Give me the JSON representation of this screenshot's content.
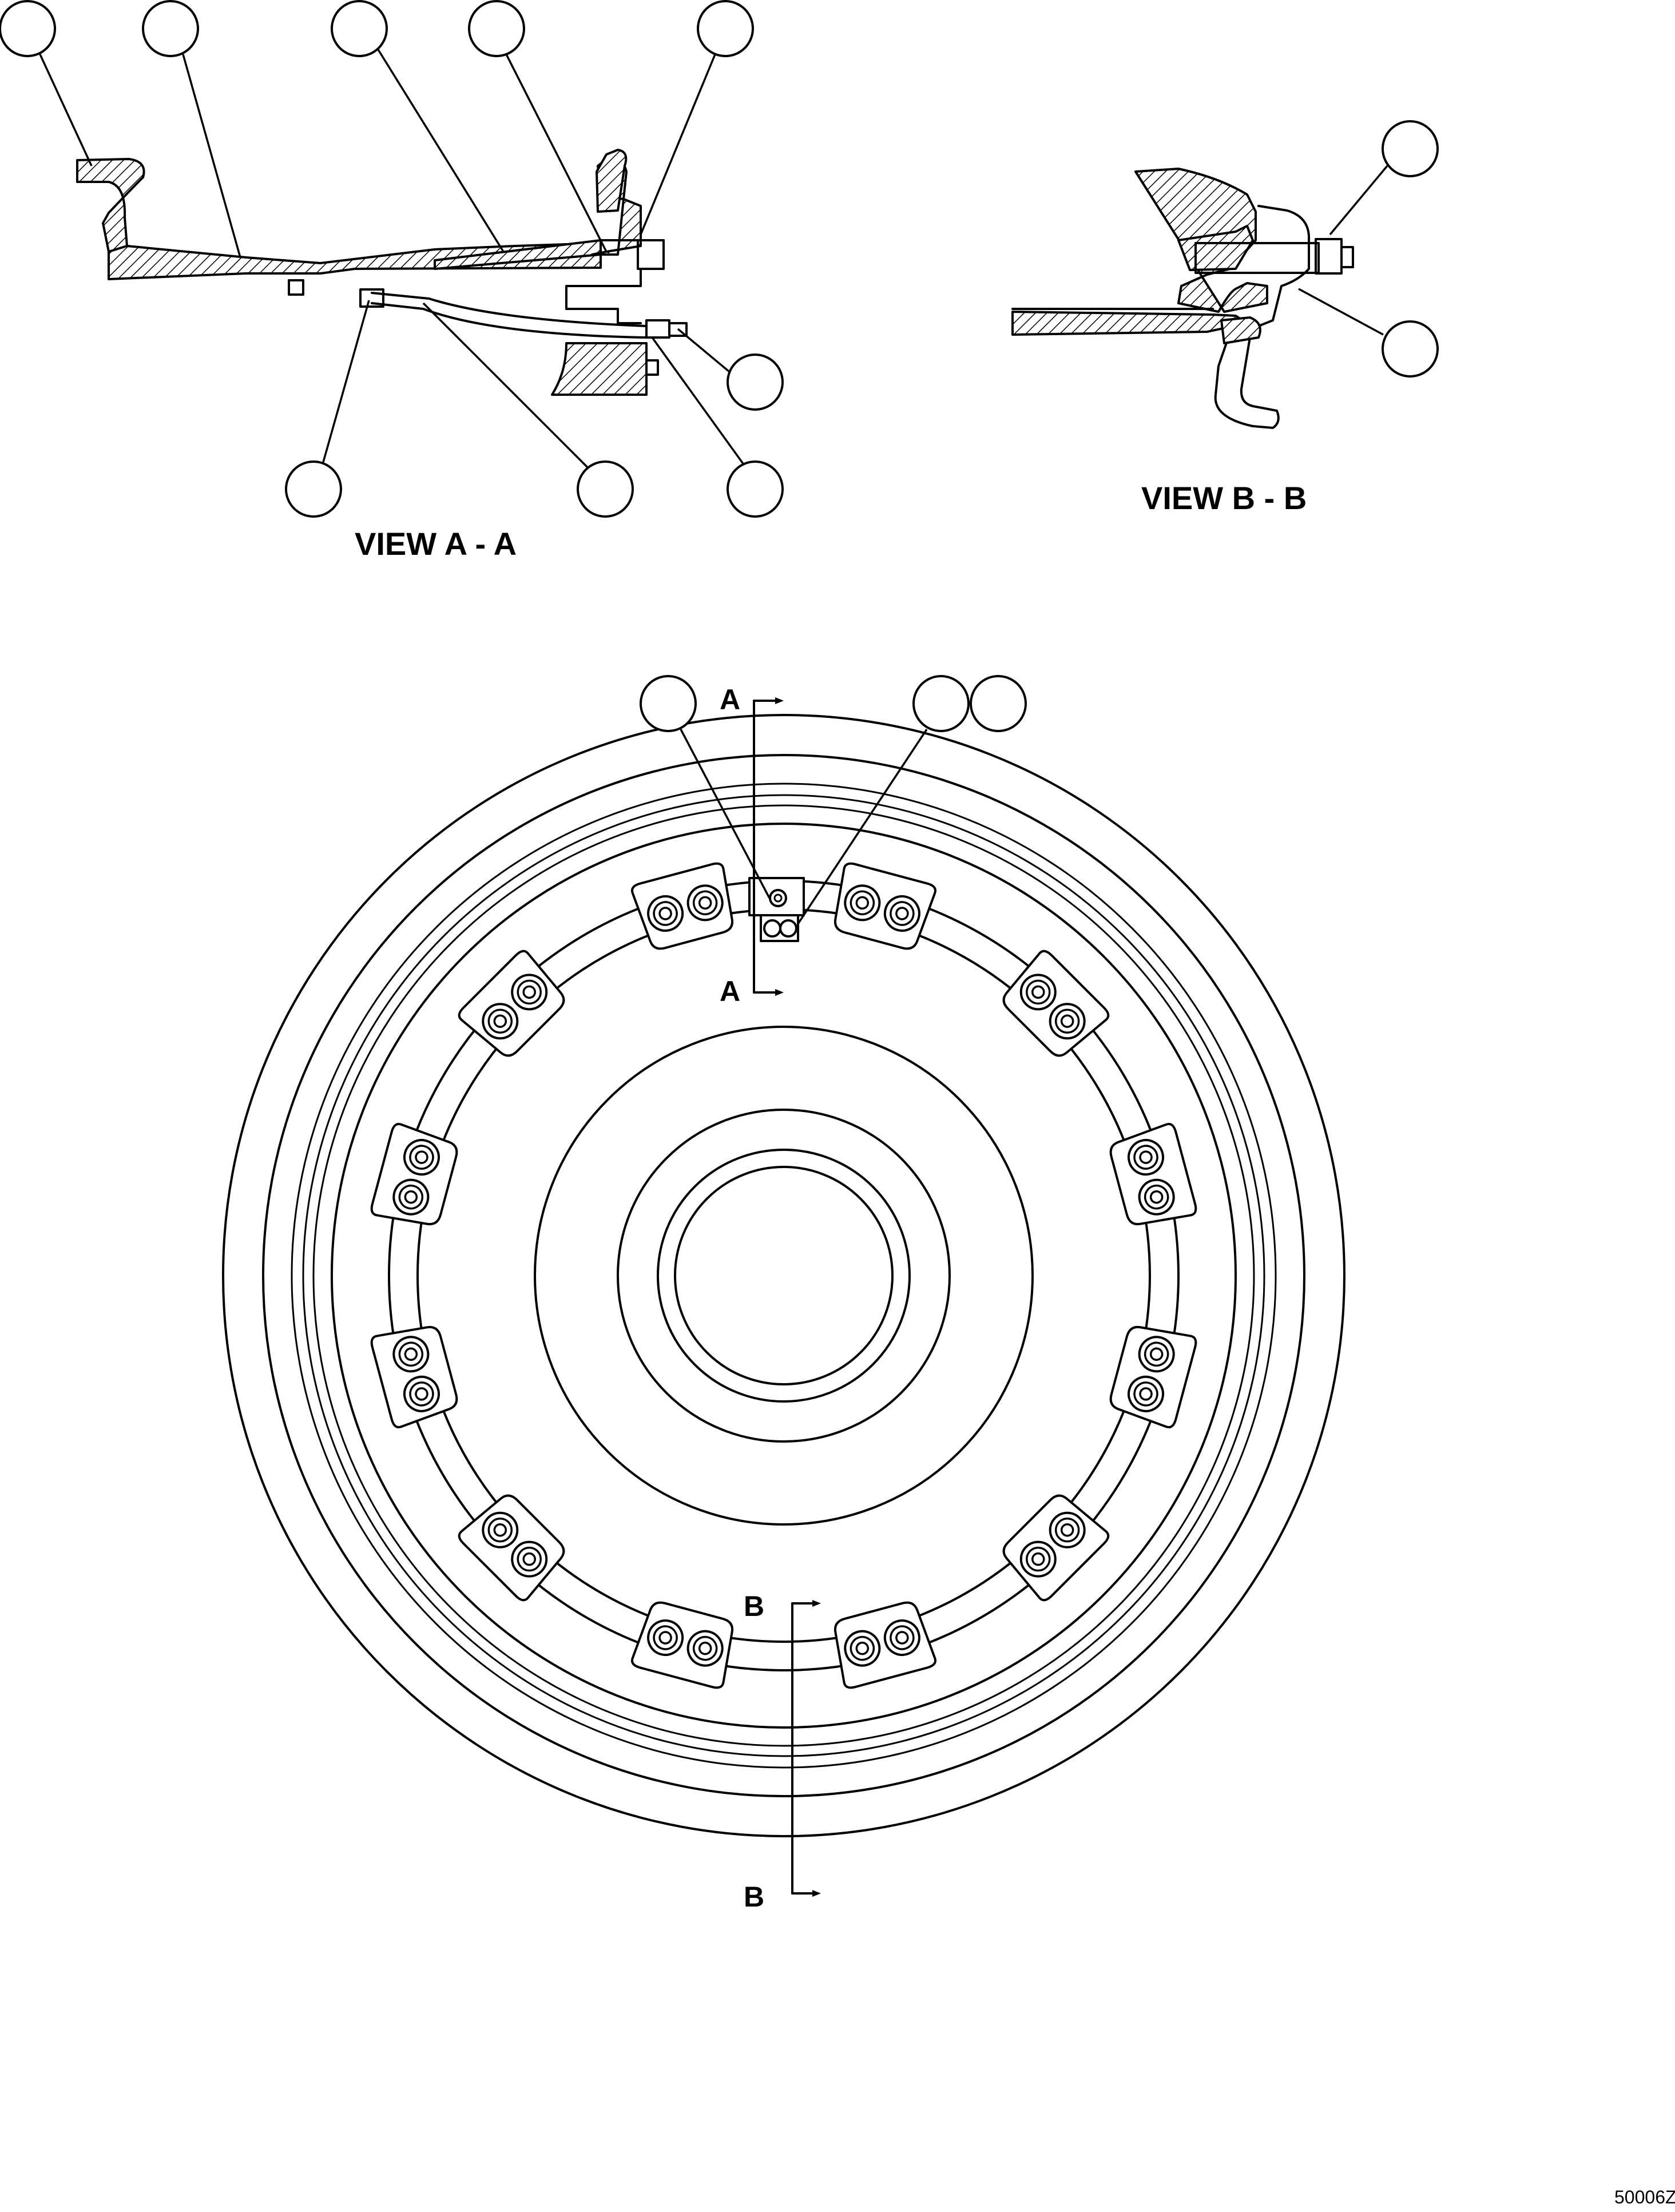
{
  "views": {
    "section_a": {
      "title": "VIEW A - A"
    },
    "section_b": {
      "title": "VIEW B - B"
    }
  },
  "section_markers": {
    "a": "A",
    "b": "B"
  },
  "drawing_number": "50006Z",
  "callouts": {
    "count_view_a": 9,
    "count_view_b": 2,
    "count_main": 3,
    "labels_shown": false
  },
  "wheel": {
    "bolt_lugs": 12,
    "bolts_per_lug": 2
  }
}
